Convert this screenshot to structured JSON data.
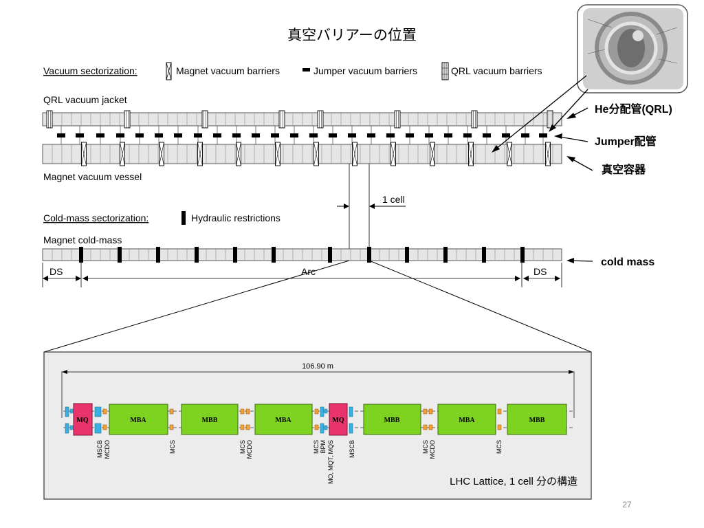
{
  "slide": {
    "title": "真空バリアーの位置",
    "page_number": "27"
  },
  "vacuum_legend": {
    "heading": "Vacuum sectorization:",
    "magnet_barriers": "Magnet vacuum barriers",
    "jumper_barriers": "Jumper vacuum barriers",
    "qrl_barriers": "QRL vacuum barriers"
  },
  "labels": {
    "qrl_jacket": "QRL vacuum jacket",
    "magnet_vessel": "Magnet vacuum vessel",
    "cell": "1 cell",
    "coldmass_heading": "Cold-mass sectorization:",
    "hydraulic": "Hydraulic restrictions",
    "magnet_coldmass": "Magnet cold-mass",
    "ds_left": "DS",
    "arc": "Arc",
    "ds_right": "DS"
  },
  "callouts": {
    "he_pipe": "He分配管(QRL)",
    "jumper_pipe": "Jumper配管",
    "vacuum_vessel": "真空容器",
    "cold_mass": "cold mass"
  },
  "lattice": {
    "length": "106.90 m",
    "caption": "LHC Lattice, 1 cell 分の構造",
    "magnets": [
      "MQ",
      "MBA",
      "MBB",
      "MBA",
      "MQ",
      "MBB",
      "MBA",
      "MBB"
    ],
    "corrector_labels": [
      "MSCB",
      "MCDO",
      "MCS",
      "MCS",
      "MCDO",
      "MCS",
      "BPM",
      "MO, MQT, MQS",
      "MSCB",
      "MCS",
      "MCDO",
      "MCS"
    ]
  },
  "colors": {
    "dipole": "#7ed321",
    "quadrupole": "#e8336d",
    "corrector_blue": "#3ab0e2",
    "corrector_orange": "#f2a03a",
    "jumper": "#000000",
    "bar_fill": "#e6e6e6"
  },
  "photo": {
    "icon": "qrl-interconnect-photo"
  }
}
